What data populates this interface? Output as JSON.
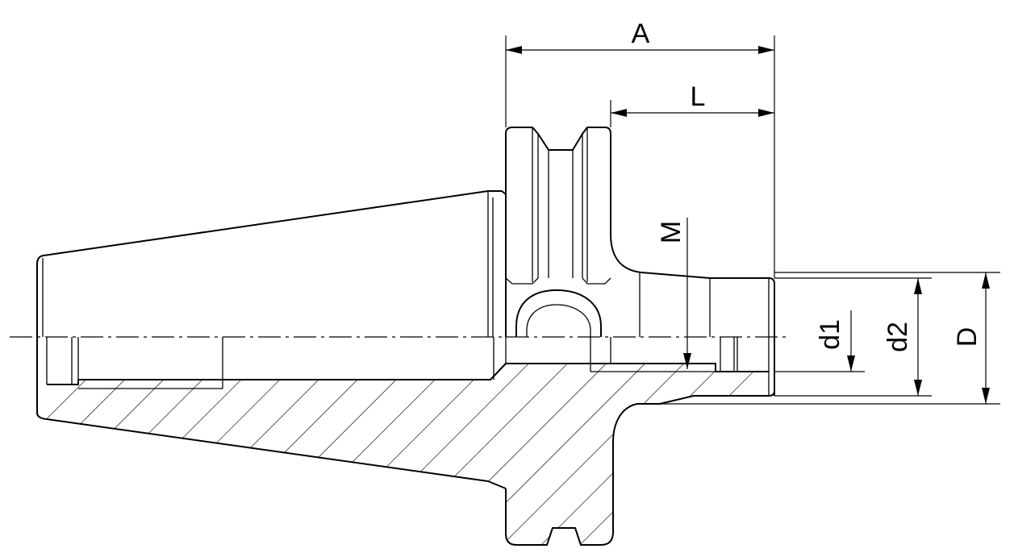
{
  "diagram": {
    "labels": {
      "A": "A",
      "L": "L",
      "M": "M",
      "d1": "d1",
      "d2": "d2",
      "D": "D"
    },
    "colors": {
      "line": "#000000",
      "background": "#ffffff"
    }
  }
}
